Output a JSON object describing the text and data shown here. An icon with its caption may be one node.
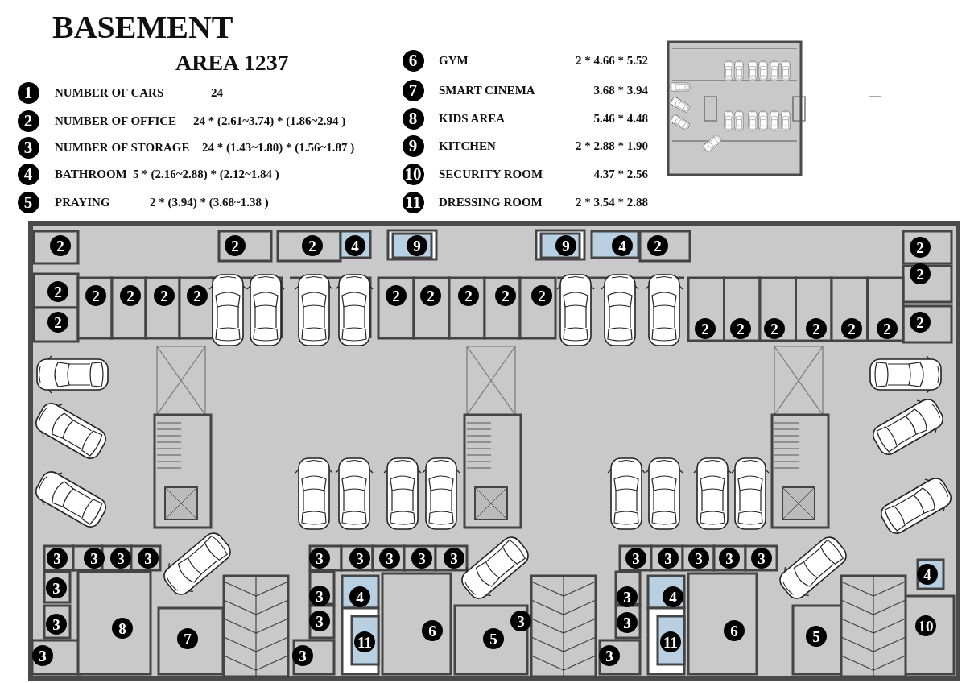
{
  "diagram": {
    "title": "BASEMENT",
    "labels": [
      "AREA 1237",
      "1",
      "NUMBER OF CARS",
      "24",
      "2",
      "NUMBER OF OFFICE",
      "24 * (2.61~3.74) * (1.86~2.94 )",
      "3",
      "NUMBER OF STORAGE",
      "24 * (1.43~1.80) * (1.56~1.87 )",
      "4",
      "BATHROOM",
      "5 * (2.16~2.88) * (2.12~1.84 )",
      "5",
      "PRAYING",
      "2 * (3.94) * (3.68~1.38 )",
      "6",
      "GYM",
      "2 * 4.66 * 5.52",
      "7",
      "SMART CINEMA",
      "3.68 * 3.94",
      "8",
      "KIDS AREA",
      "5.46 * 4.48",
      "9",
      "KITCHEN",
      "2 * 2.88 * 1.90",
      "10",
      "SECURITY ROOM",
      "4.37 * 2.56",
      "11",
      "DRESSING ROOM",
      "2 * 3.54 * 2.88",
      "2",
      "2",
      "2",
      "4",
      "9",
      "9",
      "4",
      "2",
      "2",
      "2",
      "2",
      "2",
      "2",
      "2",
      "2",
      "2",
      "2",
      "2",
      "2",
      "2",
      "2",
      "2",
      "2",
      "2",
      "2",
      "2",
      "2",
      "2",
      "3",
      "3",
      "3",
      "3",
      "3",
      "3",
      "3",
      "3",
      "3",
      "3",
      "3",
      "3",
      "3",
      "3",
      "4",
      "3",
      "3",
      "4",
      "3",
      "4",
      "3",
      "8",
      "7",
      "3",
      "6",
      "5",
      "3",
      "3",
      "6",
      "5",
      "10",
      "3",
      "3",
      "11",
      "3",
      "11"
    ]
  }
}
